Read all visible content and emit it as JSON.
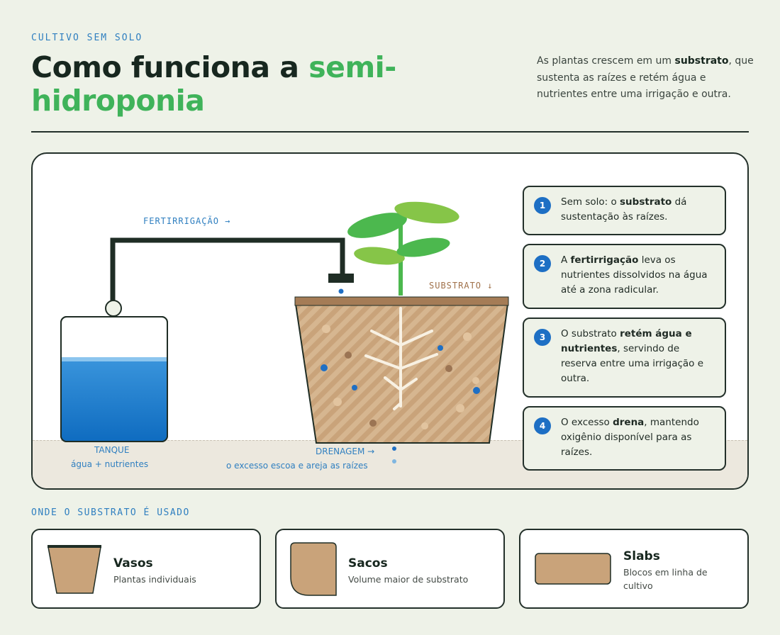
{
  "header": {
    "eyebrow": "CULTIVO SEM SOLO",
    "title_part1": "Como funciona a ",
    "title_accent": "semi-",
    "title_part2": "hidroponia",
    "intro_before": "As plantas crescem em um ",
    "intro_bold": "substrato",
    "intro_after": ", que sustenta as raízes e retém água e nutrientes entre uma irrigação e outra."
  },
  "diagram": {
    "fertirrigation_label": "FERTIRRIGAÇÃO →",
    "substrate_label": "SUBSTRATO ↓",
    "tank_title": "TANQUE",
    "tank_caption": "água + nutrientes",
    "drainage_title": "DRENAGEM →",
    "drainage_caption": "o excesso escoa e areja as raízes",
    "colors": {
      "water": "#1f7fd0",
      "substrate": "#c9a37a",
      "leaf": "#4cb84e",
      "pipe": "#1f2d25",
      "accent_blue": "#2f7fc0",
      "accent_green": "#3fb35a"
    }
  },
  "steps": [
    {
      "number": "1",
      "before": "Sem solo: o ",
      "bold": "substrato",
      "after": " dá sustentação às raízes."
    },
    {
      "number": "2",
      "before": "A ",
      "bold": "fertirrigação",
      "after": " leva os nutrientes dissolvidos na água até a zona radicular."
    },
    {
      "number": "3",
      "before": "O substrato ",
      "bold": "retém água e nutrientes",
      "after": ", servindo de reserva entre uma irrigação e outra."
    },
    {
      "number": "4",
      "before": "O excesso ",
      "bold": "drena",
      "after": ", mantendo oxigênio disponível para as raízes."
    }
  ],
  "uses": {
    "section_label": "ONDE O SUBSTRATO É USADO",
    "items": [
      {
        "icon": "pot-icon",
        "name": "Vasos",
        "desc": "Plantas individuais"
      },
      {
        "icon": "bag-icon",
        "name": "Sacos",
        "desc": "Volume maior de substrato"
      },
      {
        "icon": "slab-icon",
        "name": "Slabs",
        "desc": "Blocos em linha de cultivo"
      }
    ]
  }
}
